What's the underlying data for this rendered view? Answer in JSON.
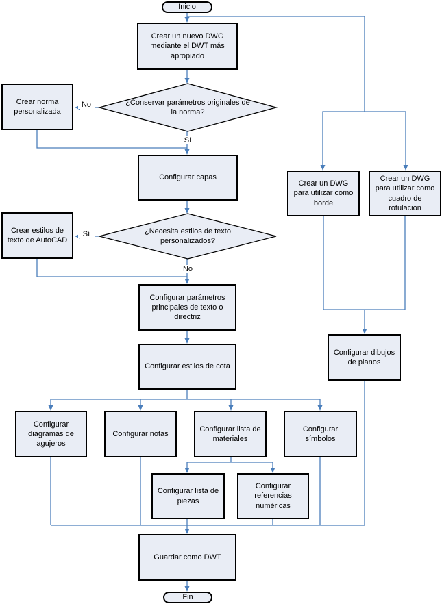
{
  "colors": {
    "connector": "#4a7ebb",
    "node_fill": "#e9edf5",
    "node_border": "#000000",
    "text": "#000000",
    "background": "#ffffff"
  },
  "nodes": {
    "inicio": "Inicio",
    "create_dwg": "Crear un nuevo DWG mediante el DWT más apropiado",
    "decision_norma": "¿Conservar parámetros originales de la norma?",
    "create_norma": "Crear norma personalizada",
    "config_capas": "Configurar capas",
    "decision_texto": "¿Necesita estilos de texto personalizados?",
    "create_estilos": "Crear estilos de texto de AutoCAD",
    "config_texto": "Configurar parámetros principales de texto o directriz",
    "config_cota": "Configurar estilos de cota",
    "config_agujeros": "Configurar diagramas de agujeros",
    "config_notas": "Configurar notas",
    "config_materiales": "Configurar lista de materiales",
    "config_simbolos": "Configurar símbolos",
    "config_piezas": "Configurar lista de piezas",
    "config_referencias": "Configurar referencias numéricas",
    "guardar_dwt": "Guardar como DWT",
    "fin": "Fin",
    "create_borde": "Crear un DWG para utilizar como borde",
    "create_rotulacion": "Crear un DWG para utilizar como cuadro de rotulación",
    "config_dibujos": "Configurar dibujos de planos"
  },
  "branch_labels": {
    "norma_no": "No",
    "norma_si": "Sí",
    "texto_si": "Sí",
    "texto_no": "No"
  }
}
